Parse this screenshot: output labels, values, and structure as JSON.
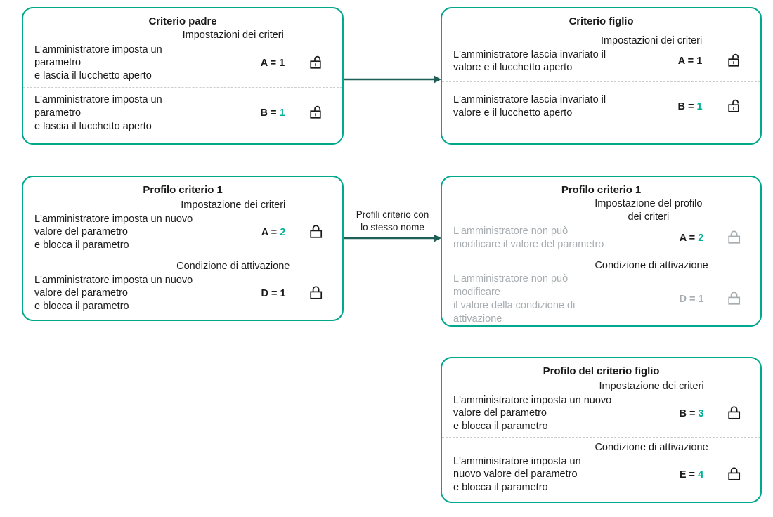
{
  "theme": {
    "border_color": "#00a88e",
    "accent_color": "#00b093",
    "arrow_color": "#1f5f57",
    "text_color": "#1a1a1a",
    "muted_color": "#a7adb0",
    "divider_color": "#c9cdcf"
  },
  "cards": {
    "parent": {
      "title": "Criterio padre",
      "sections": [
        {
          "heading": "Impostazioni dei criteri",
          "description": "L'amministratore imposta un\nparametro\n e lascia il lucchetto aperto",
          "key": "A = ",
          "value": "1",
          "value_accent": false,
          "lock": "lock-open-icon"
        },
        {
          "heading": "",
          "description": "L'amministratore imposta un\nparametro\n e lascia il lucchetto aperto",
          "key": "B = ",
          "value": "1",
          "value_accent": true,
          "lock": "lock-open-icon"
        }
      ]
    },
    "child": {
      "title": "Criterio figlio",
      "sections": [
        {
          "heading": "Impostazioni dei criteri",
          "description": "L'amministratore lascia invariato il\nvalore e il lucchetto aperto",
          "key": "A = ",
          "value": "1",
          "value_accent": false,
          "lock": "lock-open-icon"
        },
        {
          "heading": "",
          "description": "L'amministratore lascia invariato il\nvalore e il lucchetto aperto",
          "key": "B = ",
          "value": "1",
          "value_accent": true,
          "lock": "lock-open-icon"
        }
      ]
    },
    "profile1_left": {
      "title": "Profilo criterio 1",
      "sections": [
        {
          "heading": "Impostazione dei criteri",
          "description": "L'amministratore imposta un nuovo\nvalore del parametro\n e blocca il parametro",
          "key": "A = ",
          "value": "2",
          "value_accent": true,
          "lock": "lock-closed-icon"
        },
        {
          "heading": "Condizione di attivazione",
          "description": "L'amministratore imposta un nuovo\nvalore del parametro\n e blocca il parametro",
          "key": "D = ",
          "value": "1",
          "value_accent": false,
          "lock": "lock-closed-icon"
        }
      ]
    },
    "profile1_right": {
      "title": "Profilo criterio 1",
      "sections": [
        {
          "heading": "Impostazione del profilo\ndei criteri",
          "description": "L'amministratore non può\nmodificare il valore del parametro",
          "key": "A = ",
          "value": "2",
          "value_accent": true,
          "lock": "lock-closed-icon"
        },
        {
          "heading": "Condizione di attivazione",
          "description": "L'amministratore non può\nmodificare\n il valore della condizione di\nattivazione",
          "key": "D = ",
          "value": "1",
          "value_accent": false,
          "lock": "lock-closed-icon"
        }
      ]
    },
    "child_profile": {
      "title": "Profilo del criterio figlio",
      "sections": [
        {
          "heading": "Impostazione dei criteri",
          "description": "L'amministratore imposta un nuovo\nvalore del parametro\n e blocca il parametro",
          "key": "B = ",
          "value": "3",
          "value_accent": true,
          "lock": "lock-closed-icon"
        },
        {
          "heading": "Condizione di attivazione",
          "description": "L'amministratore imposta un\nnuovo valore del parametro\n e blocca il parametro",
          "key": "E = ",
          "value": "4",
          "value_accent": true,
          "lock": "lock-closed-icon"
        }
      ]
    }
  },
  "arrows": {
    "top": {
      "label": ""
    },
    "middle": {
      "label": "Profili criterio con\nlo stesso nome"
    }
  }
}
